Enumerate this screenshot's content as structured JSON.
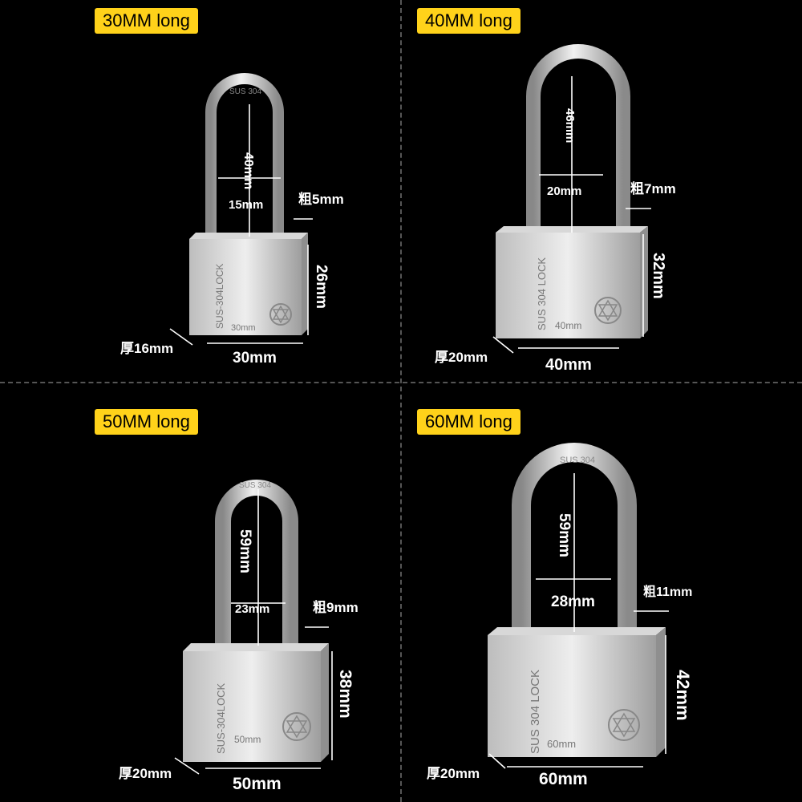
{
  "locks": [
    {
      "badge": "30MM long",
      "shackle_height": "40mm",
      "inner_width": "15mm",
      "thickness": "粗5mm",
      "body_height": "26mm",
      "body_depth": "厚16mm",
      "body_width": "30mm",
      "engraving_body": "SUS-304LOCK",
      "engraving_size": "30mm",
      "engraving_shackle": "SUS 304"
    },
    {
      "badge": "40MM long",
      "shackle_height": "46mm",
      "inner_width": "20mm",
      "thickness": "粗7mm",
      "body_height": "32mm",
      "body_depth": "厚20mm",
      "body_width": "40mm",
      "engraving_body": "SUS 304 LOCK",
      "engraving_size": "40mm",
      "engraving_shackle": ""
    },
    {
      "badge": "50MM long",
      "shackle_height": "59mm",
      "inner_width": "23mm",
      "thickness": "粗9mm",
      "body_height": "38mm",
      "body_depth": "厚20mm",
      "body_width": "50mm",
      "engraving_body": "SUS-304LOCK",
      "engraving_size": "50mm",
      "engraving_shackle": "SUS 304"
    },
    {
      "badge": "60MM long",
      "shackle_height": "59mm",
      "inner_width": "28mm",
      "thickness": "粗11mm",
      "body_height": "42mm",
      "body_depth": "厚20mm",
      "body_width": "60mm",
      "engraving_body": "SUS 304 LOCK",
      "engraving_size": "60mm",
      "engraving_shackle": "SUS 304"
    }
  ]
}
